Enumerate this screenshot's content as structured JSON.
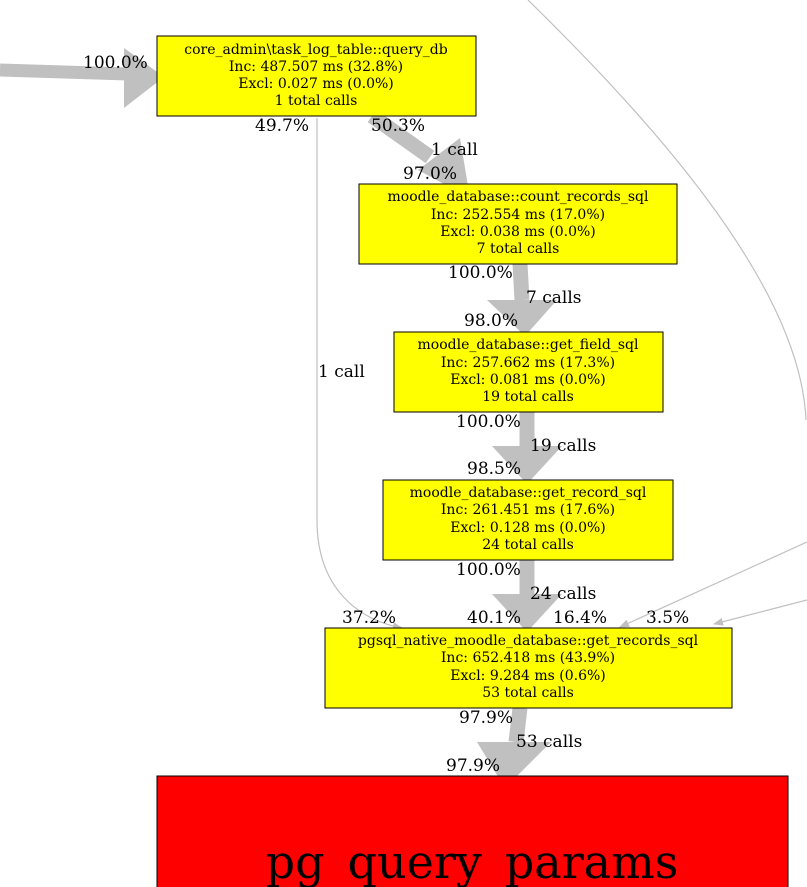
{
  "colors": {
    "node_fill": "#ffff00",
    "hot_node_fill": "#ff0000",
    "edge": "#c0c0c0",
    "border": "#000000"
  },
  "nodes": [
    {
      "id": "n1",
      "name": "core_admin\\task_log_table::query_db",
      "inc": "Inc: 487.507 ms (32.8%)",
      "excl": "Excl: 0.027 ms (0.0%)",
      "calls": "1 total calls"
    },
    {
      "id": "n2",
      "name": "moodle_database::count_records_sql",
      "inc": "Inc: 252.554 ms (17.0%)",
      "excl": "Excl: 0.038 ms (0.0%)",
      "calls": "7 total calls"
    },
    {
      "id": "n3",
      "name": "moodle_database::get_field_sql",
      "inc": "Inc: 257.662 ms (17.3%)",
      "excl": "Excl: 0.081 ms (0.0%)",
      "calls": "19 total calls"
    },
    {
      "id": "n4",
      "name": "moodle_database::get_record_sql",
      "inc": "Inc: 261.451 ms (17.6%)",
      "excl": "Excl: 0.128 ms (0.0%)",
      "calls": "24 total calls"
    },
    {
      "id": "n5",
      "name": "pgsql_native_moodle_database::get_records_sql",
      "inc": "Inc: 652.418 ms (43.9%)",
      "excl": "Excl: 9.284 ms (0.6%)",
      "calls": "53 total calls"
    },
    {
      "id": "n6",
      "name": "pg_query_params"
    }
  ],
  "edge_labels": {
    "incoming_n1": "100.0%",
    "n1_left": "49.7%",
    "n1_right": "50.3%",
    "e1_calls": "1 call",
    "n2_in": "97.0%",
    "n2_out": "100.0%",
    "e2_calls": "7 calls",
    "n3_in": "98.0%",
    "n3_out": "100.0%",
    "e3_calls": "19 calls",
    "n4_in": "98.5%",
    "n4_out": "100.0%",
    "e4_calls": "24 calls",
    "side_call": "1 call",
    "n5_in_a": "37.2%",
    "n5_in_b": "40.1%",
    "n5_in_c": "16.4%",
    "n5_in_d": "3.5%",
    "n5_out": "97.9%",
    "e5_calls": "53 calls",
    "n6_in": "97.9%"
  }
}
